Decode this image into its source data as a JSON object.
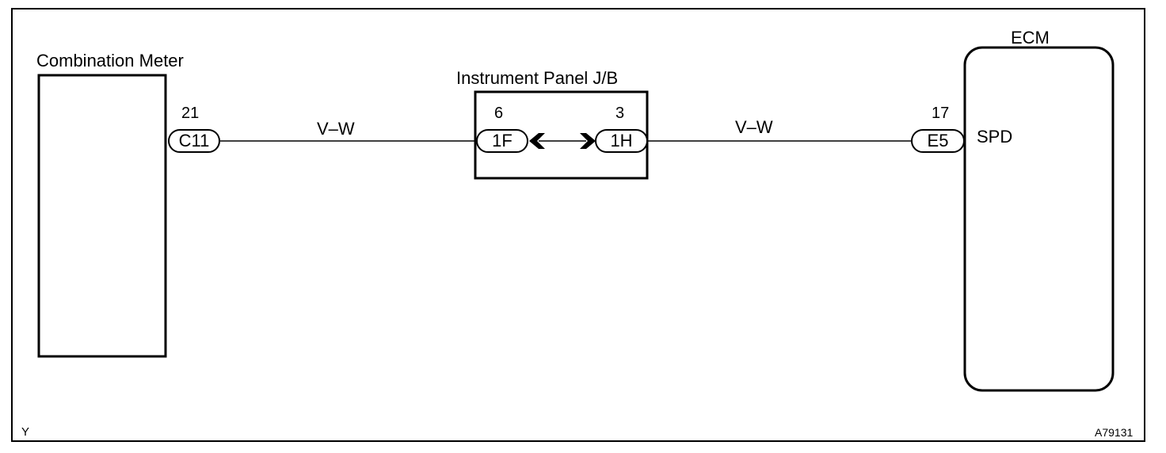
{
  "components": {
    "combination_meter": {
      "label": "Combination Meter",
      "pin": "21",
      "connector": "C11"
    },
    "junction_block": {
      "label": "Instrument Panel J/B",
      "left_pin": "6",
      "left_connector": "1F",
      "right_pin": "3",
      "right_connector": "1H"
    },
    "ecm": {
      "label": "ECM",
      "pin": "17",
      "connector": "E5",
      "terminal": "SPD"
    }
  },
  "wires": [
    {
      "from": "C11",
      "to": "1F",
      "color_code": "V–W"
    },
    {
      "from": "1H",
      "to": "E5",
      "color_code": "V–W"
    }
  ],
  "footer": {
    "corner_mark": "Y",
    "figure_id": "A79131"
  }
}
